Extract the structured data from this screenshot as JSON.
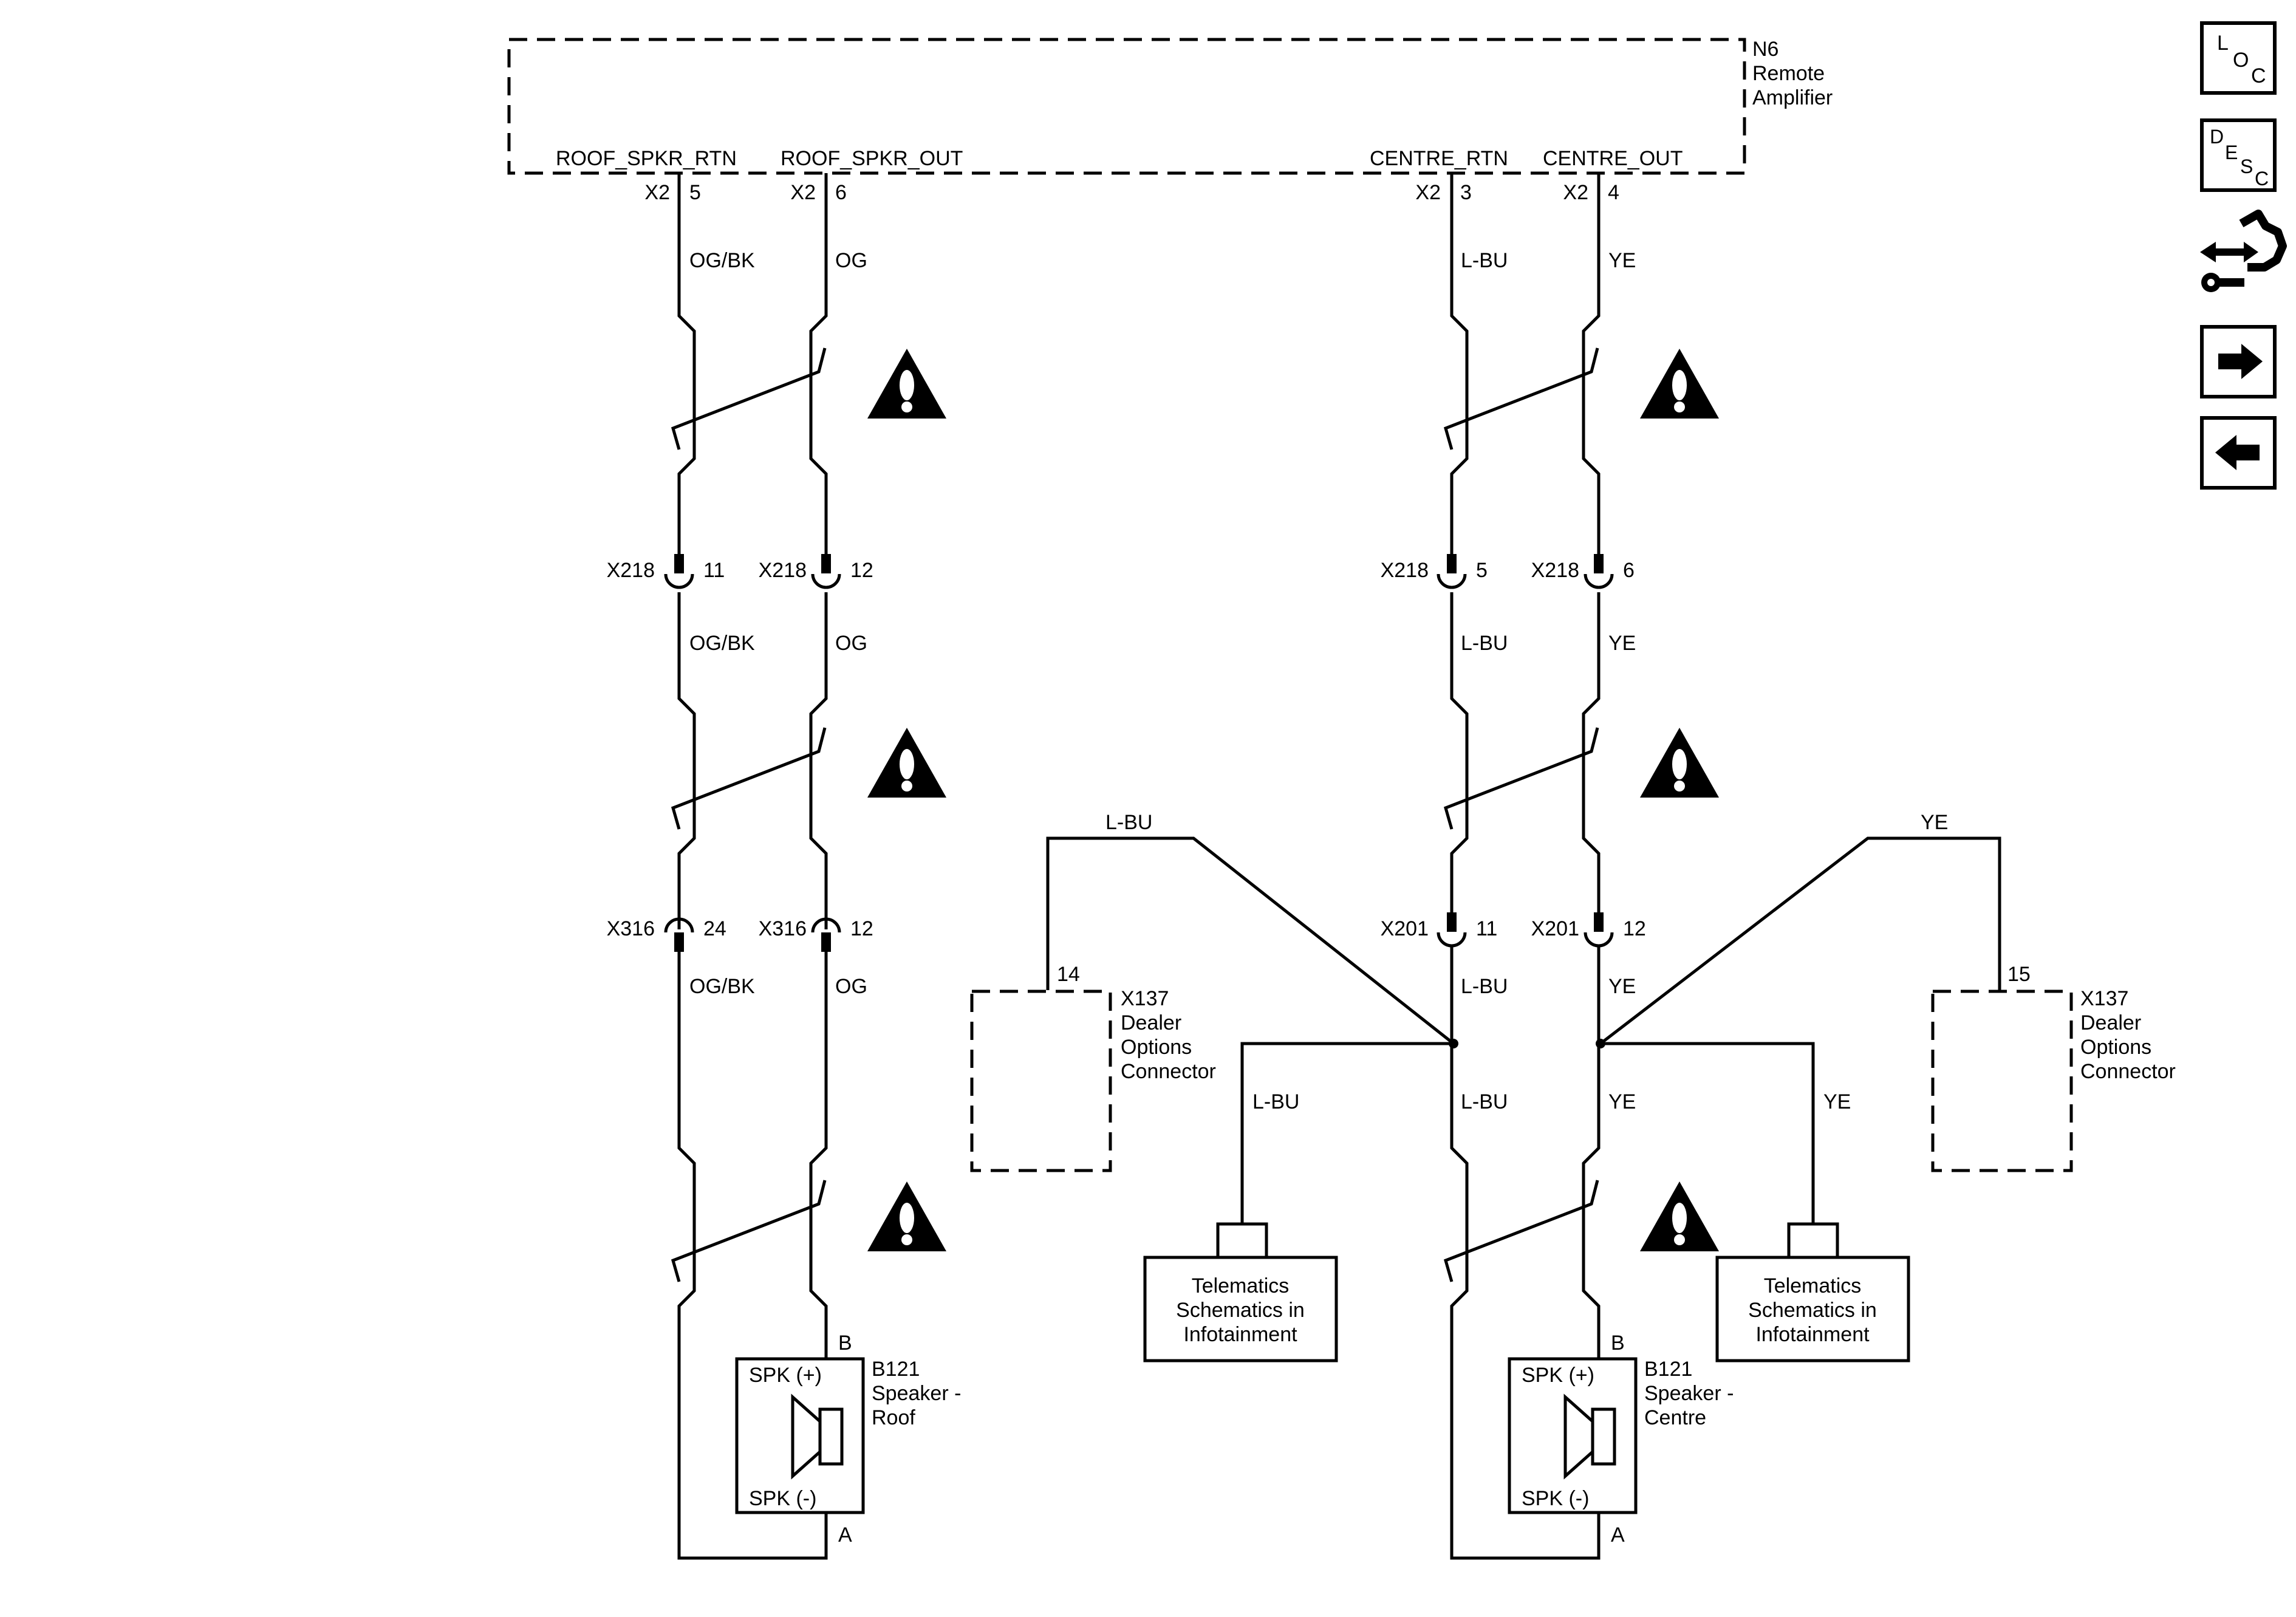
{
  "module": {
    "id": "N6",
    "line1": "Remote",
    "line2": "Amplifier",
    "pins": [
      {
        "name": "ROOF_SPKR_RTN",
        "conn": "X2",
        "pin": "5"
      },
      {
        "name": "ROOF_SPKR_OUT",
        "conn": "X2",
        "pin": "6"
      },
      {
        "name": "CENTRE_RTN",
        "conn": "X2",
        "pin": "3"
      },
      {
        "name": "CENTRE_OUT",
        "conn": "X2",
        "pin": "4"
      }
    ]
  },
  "wires": {
    "c1": [
      "OG/BK",
      "OG/BK",
      "OG/BK"
    ],
    "c2": [
      "OG",
      "OG",
      "OG"
    ],
    "c3": [
      "L-BU",
      "L-BU",
      "L-BU",
      "L-BU"
    ],
    "c4": [
      "YE",
      "YE",
      "YE",
      "YE"
    ],
    "branch_left_top": "L-BU",
    "branch_left_telematics": "L-BU",
    "branch_right_top": "YE",
    "branch_right_telematics": "YE"
  },
  "inline": [
    {
      "conn": "X218",
      "pin": "11"
    },
    {
      "conn": "X218",
      "pin": "12"
    },
    {
      "conn": "X218",
      "pin": "5"
    },
    {
      "conn": "X218",
      "pin": "6"
    },
    {
      "conn": "X316",
      "pin": "24"
    },
    {
      "conn": "X316",
      "pin": "12"
    },
    {
      "conn": "X201",
      "pin": "11"
    },
    {
      "conn": "X201",
      "pin": "12"
    }
  ],
  "dealer_left": {
    "pin": "14",
    "id": "X137",
    "l1": "Dealer",
    "l2": "Options",
    "l3": "Connector"
  },
  "dealer_right": {
    "pin": "15",
    "id": "X137",
    "l1": "Dealer",
    "l2": "Options",
    "l3": "Connector"
  },
  "telematics_left": {
    "l1": "Telematics",
    "l2": "Schematics in",
    "l3": "Infotainment"
  },
  "telematics_right": {
    "l1": "Telematics",
    "l2": "Schematics in",
    "l3": "Infotainment"
  },
  "speaker_roof": {
    "pin_top": "B",
    "pin_bottom": "A",
    "plus": "SPK (+)",
    "minus": "SPK (-)",
    "id": "B121",
    "l1": "Speaker -",
    "l2": "Roof"
  },
  "speaker_centre": {
    "pin_top": "B",
    "pin_bottom": "A",
    "plus": "SPK (+)",
    "minus": "SPK (-)",
    "id": "B121",
    "l1": "Speaker -",
    "l2": "Centre"
  },
  "nav": {
    "loc": {
      "l": "L",
      "o": "O",
      "c": "C"
    },
    "desc": {
      "d": "D",
      "e": "E",
      "s": "S",
      "c": "C"
    }
  }
}
